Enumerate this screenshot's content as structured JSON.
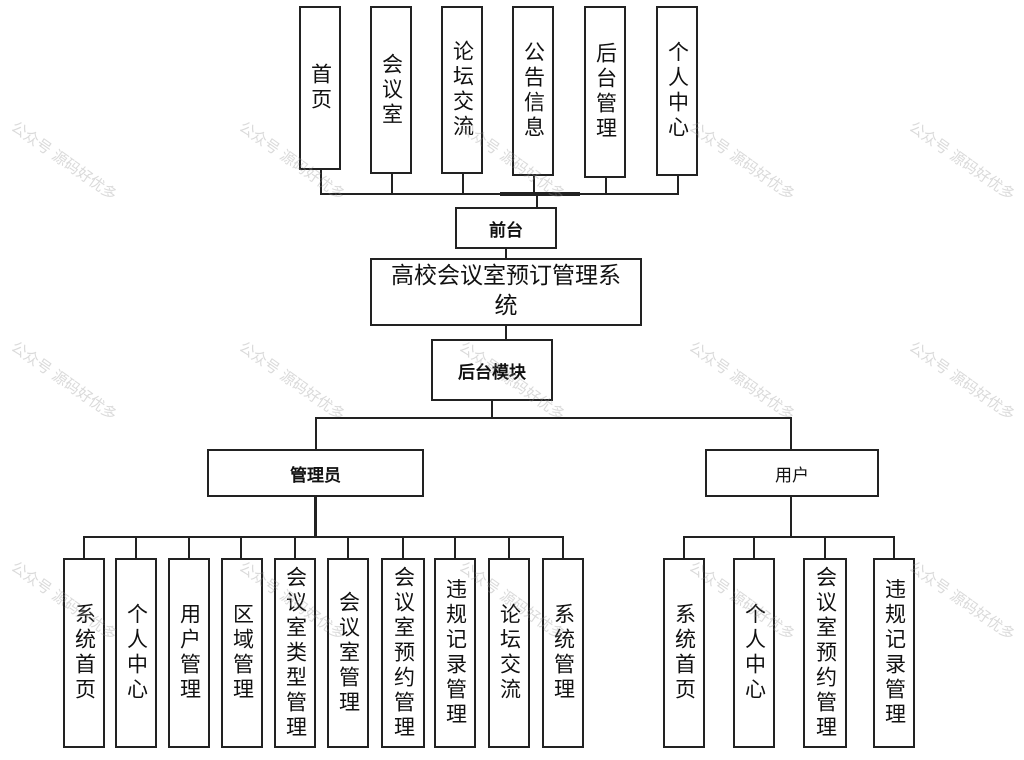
{
  "frontend_modules": [
    "首页",
    "会议室",
    "论坛交流",
    "公告信息",
    "后台管理",
    "个人中心"
  ],
  "frontend_label": "前台",
  "system_title": "高校会议室预订管理系统",
  "backend_label": "后台模块",
  "roles": {
    "admin": {
      "label": "管理员",
      "modules": [
        "系统首页",
        "个人中心",
        "用户管理",
        "区域管理",
        "会议室类型管理",
        "会议室管理",
        "会议室预约管理",
        "违规记录管理",
        "论坛交流",
        "系统管理"
      ]
    },
    "user": {
      "label": "用户",
      "modules": [
        "系统首页",
        "个人中心",
        "会议室预约管理",
        "违规记录管理"
      ]
    }
  },
  "watermark": "公众号 源码好优多"
}
